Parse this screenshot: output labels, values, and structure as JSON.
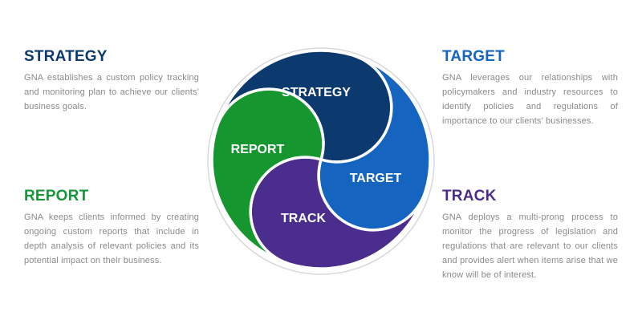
{
  "sections": {
    "strategy": {
      "title": "STRATEGY",
      "text": "GNA establishes a custom policy tracking and monitoring plan to achieve our clients' business goals.",
      "color": "#0d3a6e"
    },
    "target": {
      "title": "TARGET",
      "text": "GNA leverages our relationships with policymakers and industry resources to identify policies and regulations of importance to our clients' businesses.",
      "color": "#1565c0"
    },
    "report": {
      "title": "REPORT",
      "text": "GNA keeps clients informed by creating ongoing custom reports that include in depth analysis of relevant policies and its potential impact on their business.",
      "color": "#17963a"
    },
    "track": {
      "title": "TRACK",
      "text": "GNA deploys a multi-prong process to monitor the progress of legislation and regulations that are relevant to our clients and provides alert when items arise that we know will be of interest.",
      "color": "#4a2d8c"
    }
  },
  "cycle": {
    "segments": [
      {
        "key": "strategy",
        "label": "STRATEGY",
        "color": "#0d3a6e"
      },
      {
        "key": "target",
        "label": "TARGET",
        "color": "#1464c0"
      },
      {
        "key": "track",
        "label": "TRACK",
        "color": "#4a2d8c"
      },
      {
        "key": "report",
        "label": "REPORT",
        "color": "#15962f"
      }
    ]
  }
}
